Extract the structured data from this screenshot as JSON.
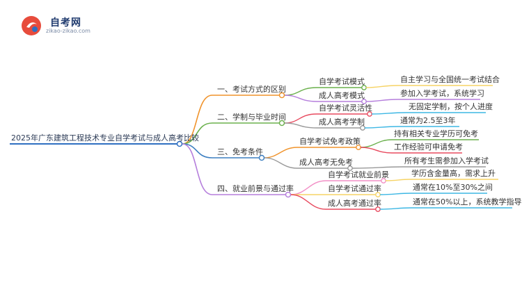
{
  "logo": {
    "title": "自考网",
    "subtitle": "zikao-zikao.com"
  },
  "root": "2025年广东建筑工程技术专业自学考试与成人高考比较",
  "branches": [
    {
      "label": "一、考试方式的区别",
      "color": "#f0932b",
      "children": [
        {
          "label": "自学考试模式",
          "color": "#6ab04c",
          "leaf": "自主学习与全国统一考试结合",
          "leaf_color": "#f6d365"
        },
        {
          "label": "成人高考模式",
          "color": "#b57edc",
          "leaf": "参加入学考试，系统学习",
          "leaf_color": "#b57edc"
        }
      ]
    },
    {
      "label": "二、学制与毕业时间",
      "color": "#6ab04c",
      "children": [
        {
          "label": "自学考试灵活性",
          "color": "#e84a5f",
          "leaf": "无固定学制，按个人进度",
          "leaf_color": "#3db7e4"
        },
        {
          "label": "成人高考学制",
          "color": "#999999",
          "leaf": "通常为2.5至3年",
          "leaf_color": "#3db7e4"
        }
      ]
    },
    {
      "label": "三、免考条件",
      "color": "#3d7fc1",
      "children": [
        {
          "label": "自学考试免考政策",
          "color": "#f0932b",
          "leaves": [
            {
              "label": "持有相关专业学历可免考",
              "color": "#6ab04c"
            },
            {
              "label": "工作经验可申请免考",
              "color": "#e84a5f"
            }
          ]
        },
        {
          "label": "成人高考无免考",
          "color": "#999999",
          "leaf": "所有考生需参加入学考试",
          "leaf_color": "#999999"
        }
      ]
    },
    {
      "label": "四、就业前景与通过率",
      "color": "#b57edc",
      "children": [
        {
          "label": "自学考试就业前景",
          "color": "#f28fc6",
          "leaf": "学历含金量高，需求上升",
          "leaf_color": "#f6d365"
        },
        {
          "label": "自学考试通过率",
          "color": "#f6d365",
          "leaf": "通常在10%至30%之间",
          "leaf_color": "#3db7e4"
        },
        {
          "label": "成人高考通过率",
          "color": "#e84a5f",
          "leaf": "通常在50%以上，系统教学指导",
          "leaf_color": "#3db7e4"
        }
      ]
    }
  ]
}
